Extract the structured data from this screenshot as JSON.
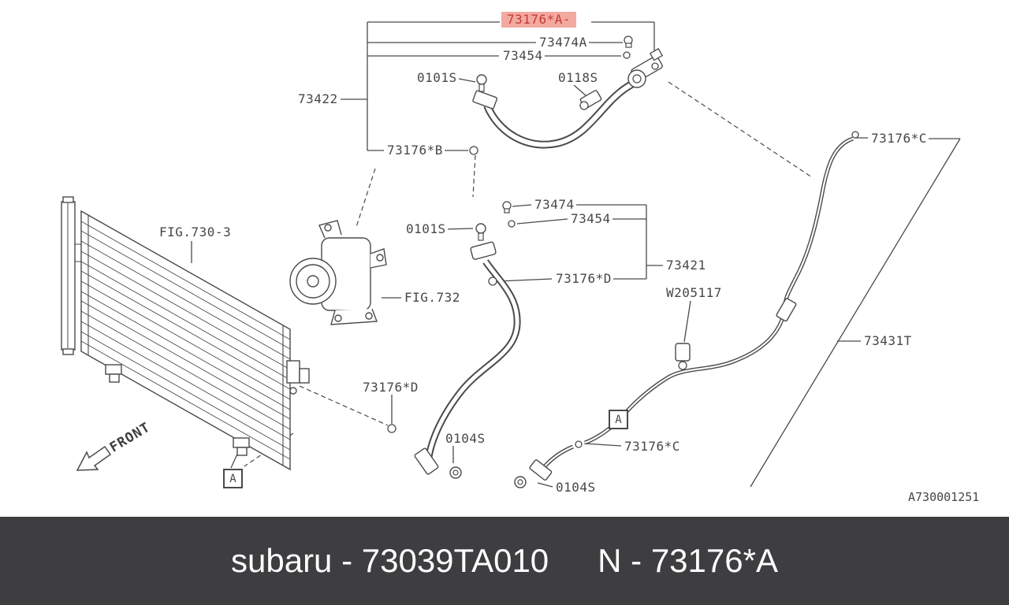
{
  "banner": {
    "left": "subaru - 73039TA010",
    "right": "N - 73176*A"
  },
  "diagram": {
    "ref_code": "A730001251",
    "front_label": "FRONT",
    "marker_a": "A",
    "highlight_bg": "#f4a9a0",
    "highlight_fg": "#c23b36",
    "line_color": "#4a4a4a",
    "banner_bg": "#3e3e41",
    "labels": {
      "p73176a": "73176*A-",
      "p73474a": "73474A",
      "p73454_top": "73454",
      "p0101s_top": "0101S",
      "p0118s": "0118S",
      "p73422": "73422",
      "p73176b": "73176*B",
      "p73176c_top": "73176*C",
      "fig730_3": "FIG.730-3",
      "p73474": "73474",
      "p73454_mid": "73454",
      "p0101s_mid": "0101S",
      "p73421": "73421",
      "p73176d_mid": "73176*D",
      "fig732": "FIG.732",
      "pw205117": "W205117",
      "p73431t": "73431T",
      "p73176d_low": "73176*D",
      "p0104s_mid": "0104S",
      "p73176c_low": "73176*C",
      "p0104s_low": "0104S"
    }
  }
}
